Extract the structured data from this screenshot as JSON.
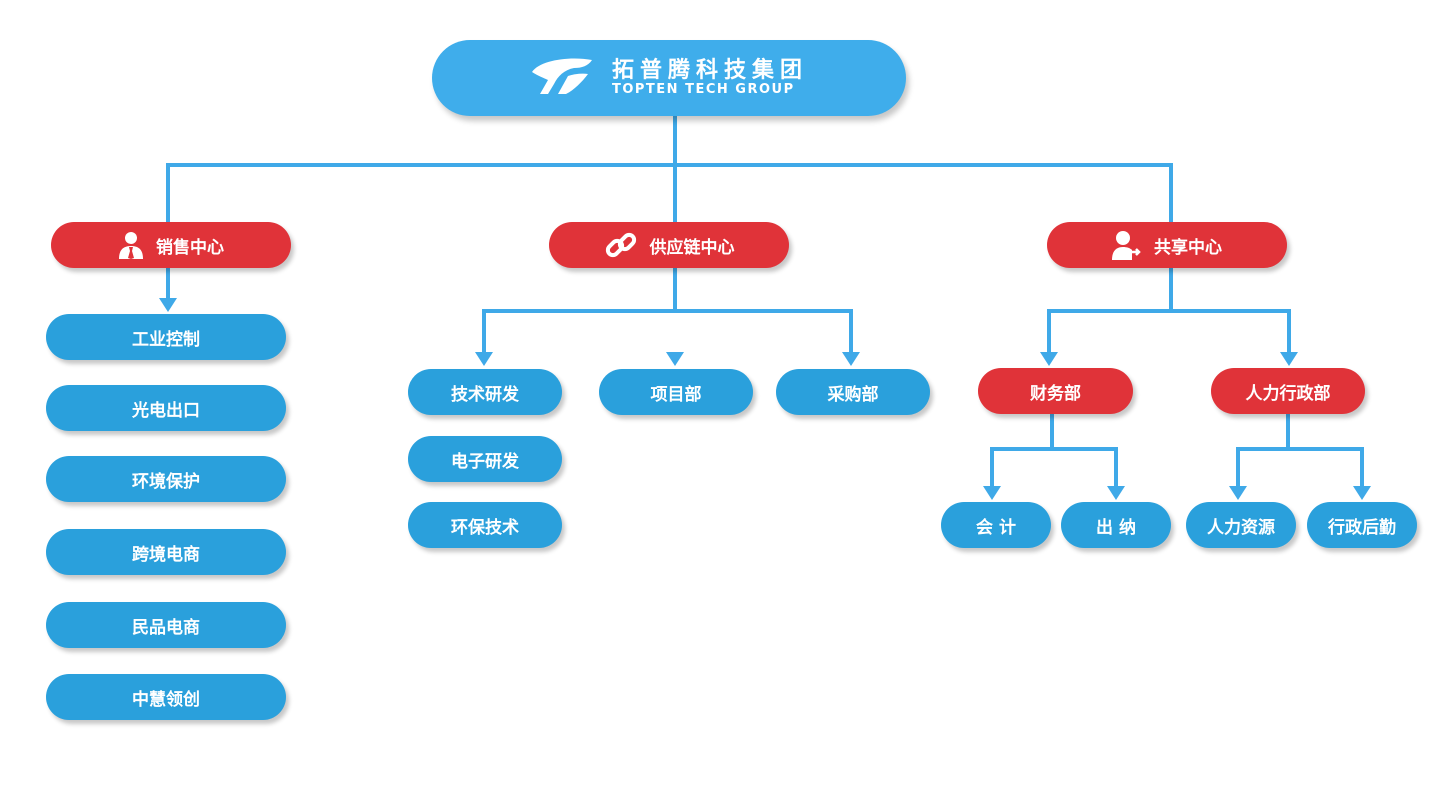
{
  "root": {
    "name_cn": "拓普腾科技集团",
    "name_en": "TOPTEN TECH GROUP",
    "logo_icon": "topten-logo-icon"
  },
  "centers": [
    {
      "label": "销售中心",
      "icon": "user-tie-icon",
      "color": "#e03339",
      "children": [
        "工业控制",
        "光电出口",
        "环境保护",
        "跨境电商",
        "民品电商",
        "中慧领创"
      ]
    },
    {
      "label": "供应链中心",
      "icon": "chain-link-icon",
      "color": "#e03339",
      "departments": [
        {
          "label": "技术研发",
          "children": [
            "电子研发",
            "环保技术"
          ]
        },
        {
          "label": "项目部"
        },
        {
          "label": "采购部"
        }
      ]
    },
    {
      "label": "共享中心",
      "icon": "user-share-icon",
      "color": "#e03339",
      "departments": [
        {
          "label": "财务部",
          "children": [
            "会 计",
            "出 纳"
          ]
        },
        {
          "label": "人力行政部",
          "children": [
            "人力资源",
            "行政后勤"
          ]
        }
      ]
    }
  ],
  "colors": {
    "connector": "#3fa9e8",
    "unit_blue": "#2aa0dc",
    "center_red": "#e03339",
    "root_blue": "#3fadeb"
  }
}
